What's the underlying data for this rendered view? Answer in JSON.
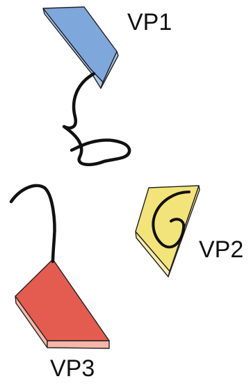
{
  "labels": {
    "vp1": "VP1",
    "vp2": "VP2",
    "vp3": "VP3"
  },
  "colors": {
    "vp1_face": "#7ea7dc",
    "vp1_edge": "#a9c6ec",
    "vp2_face": "#f3e47a",
    "vp2_edge": "#f7ecad",
    "vp3_face": "#e45c50",
    "vp3_edge": "#f6b7a9"
  }
}
